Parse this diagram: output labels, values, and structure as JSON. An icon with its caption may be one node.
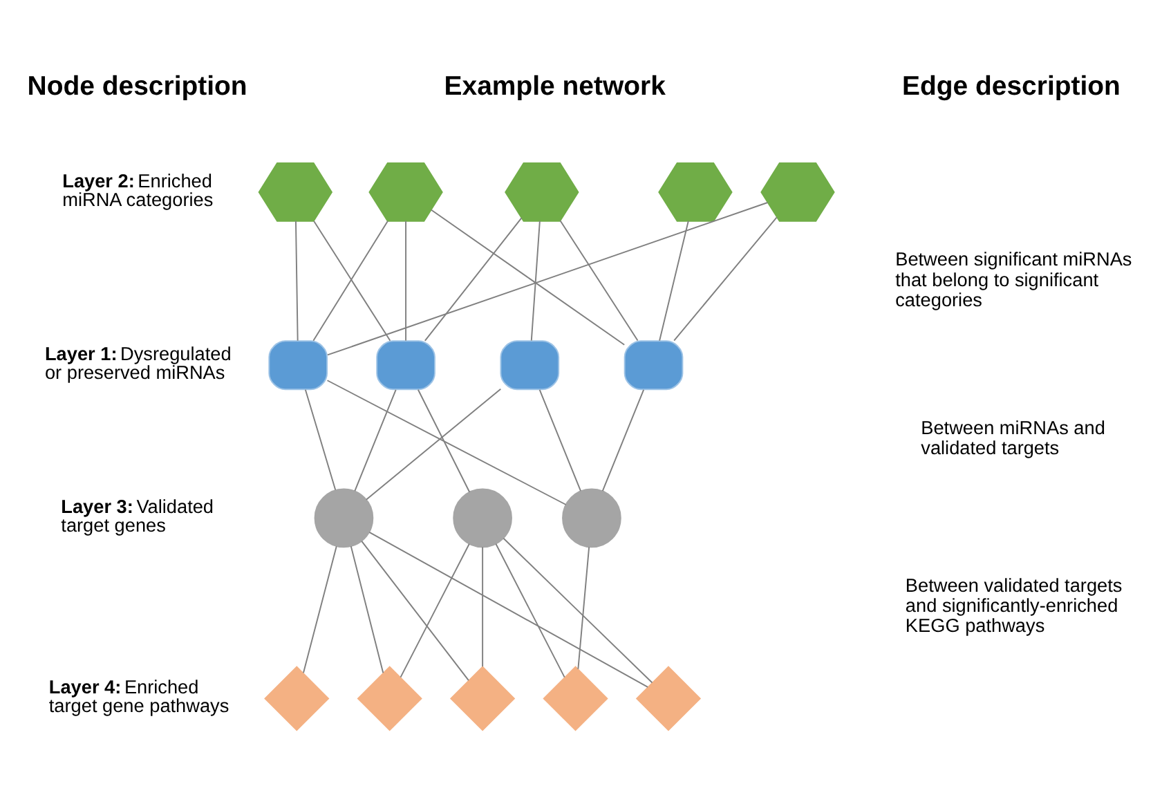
{
  "diagram": {
    "nodes": [
      {
        "text": [],
        "shape": "hexagon"
      },
      {
        "text": [],
        "shape": "hexagon"
      },
      {
        "text": [],
        "shape": "hexagon"
      },
      {
        "text": [],
        "shape": "hexagon"
      },
      {
        "text": [],
        "shape": "hexagon"
      },
      {
        "text": [],
        "shape": "box"
      },
      {
        "text": [],
        "shape": "box"
      },
      {
        "text": [],
        "shape": "box"
      },
      {
        "text": [],
        "shape": "box"
      },
      {
        "text": [],
        "shape": "circle"
      },
      {
        "text": [],
        "shape": "circle"
      },
      {
        "text": [],
        "shape": "circle"
      },
      {
        "text": [],
        "shape": "diamond"
      },
      {
        "text": [],
        "shape": "diamond"
      },
      {
        "text": [],
        "shape": "diamond"
      },
      {
        "text": [],
        "shape": "diamond"
      },
      {
        "text": [],
        "shape": "diamond"
      }
    ],
    "edges": [
      {
        "from": 0,
        "to": 5,
        "arrow": "none"
      },
      {
        "from": 0,
        "to": 6,
        "arrow": "none"
      },
      {
        "from": 1,
        "to": 5,
        "arrow": "none"
      },
      {
        "from": 1,
        "to": 6,
        "arrow": "none"
      },
      {
        "from": 1,
        "to": 8,
        "arrow": "none"
      },
      {
        "from": 2,
        "to": 6,
        "arrow": "none"
      },
      {
        "from": 2,
        "to": 7,
        "arrow": "none"
      },
      {
        "from": 2,
        "to": 8,
        "arrow": "none"
      },
      {
        "from": 3,
        "to": 8,
        "arrow": "none"
      },
      {
        "from": 4,
        "to": 5,
        "arrow": "none"
      },
      {
        "from": 4,
        "to": 8,
        "arrow": "none"
      },
      {
        "from": 5,
        "to": 9,
        "arrow": "none"
      },
      {
        "from": 5,
        "to": 11,
        "arrow": "none"
      },
      {
        "from": 6,
        "to": 9,
        "arrow": "none"
      },
      {
        "from": 6,
        "to": 10,
        "arrow": "none"
      },
      {
        "from": 7,
        "to": 9,
        "arrow": "none"
      },
      {
        "from": 7,
        "to": 11,
        "arrow": "none"
      },
      {
        "from": 8,
        "to": 11,
        "arrow": "none"
      },
      {
        "from": 9,
        "to": 12,
        "arrow": "none"
      },
      {
        "from": 9,
        "to": 13,
        "arrow": "none"
      },
      {
        "from": 9,
        "to": 14,
        "arrow": "none"
      },
      {
        "from": 9,
        "to": 16,
        "arrow": "none"
      },
      {
        "from": 10,
        "to": 13,
        "arrow": "none"
      },
      {
        "from": 10,
        "to": 14,
        "arrow": "none"
      },
      {
        "from": 10,
        "to": 15,
        "arrow": "none"
      },
      {
        "from": 10,
        "to": 16,
        "arrow": "none"
      },
      {
        "from": 11,
        "to": 15,
        "arrow": "none"
      }
    ],
    "labels": [
      "Node description",
      "Example network",
      "Edge description",
      "**Layer 2:** Enriched miRNA categories",
      "Between significant miRNAs that belong to significant categories",
      "**Layer 1:** Dysregulated or preserved miRNAs",
      "Between miRNAs and validated targets",
      "**Layer 3:** Validated target genes",
      "Between validated targets and significantly-enriched KEGG pathways",
      "**Layer 4:** Enriched target gene pathways"
    ]
  }
}
